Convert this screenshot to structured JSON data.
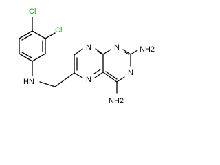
{
  "molecule": {
    "atom_labels": {
      "cl_top": "Cl",
      "cl_right": "Cl",
      "nh_linker": "HN",
      "n_pyrazine_top": "N",
      "n_pyrimidine_top": "N",
      "n_pyrimidine_bottom": "N",
      "n_pyrazine_bottom": "N",
      "nh2_right": "NH2",
      "nh2_bottom": "NH2"
    },
    "colors": {
      "chlorine": "#2e9c2e",
      "nitrogen": "#1a1aa8",
      "bond": "#000000"
    }
  }
}
